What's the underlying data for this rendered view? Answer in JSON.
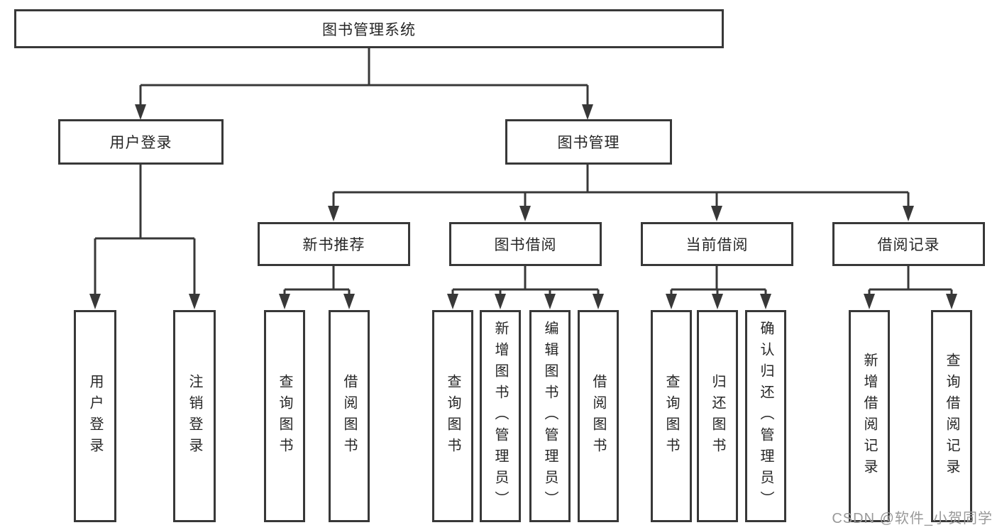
{
  "diagram": {
    "root": {
      "label": "图书管理系统"
    },
    "level2": {
      "user_login": {
        "label": "用户登录"
      },
      "book_management": {
        "label": "图书管理"
      }
    },
    "level3": {
      "new_book_recommend": {
        "label": "新书推荐"
      },
      "book_borrow": {
        "label": "图书借阅"
      },
      "current_borrow": {
        "label": "当前借阅"
      },
      "borrow_records": {
        "label": "借阅记录"
      }
    },
    "leaves": {
      "user_login": [
        "用户登录",
        "注销登录"
      ],
      "new_book_recommend": [
        "查询图书",
        "借阅图书"
      ],
      "book_borrow": [
        "查询图书",
        "新增图书（管理员）",
        "编辑图书（管理员）",
        "借阅图书"
      ],
      "current_borrow": [
        "查询图书",
        "归还图书",
        "确认归还（管理员）"
      ],
      "borrow_records": [
        "新增借阅记录",
        "查询借阅记录"
      ]
    },
    "colors": {
      "line": "#383838",
      "text": "#262626",
      "background": "#ffffff",
      "watermark": "#999999"
    },
    "watermark": "CSDN @软件_小贺同学"
  }
}
